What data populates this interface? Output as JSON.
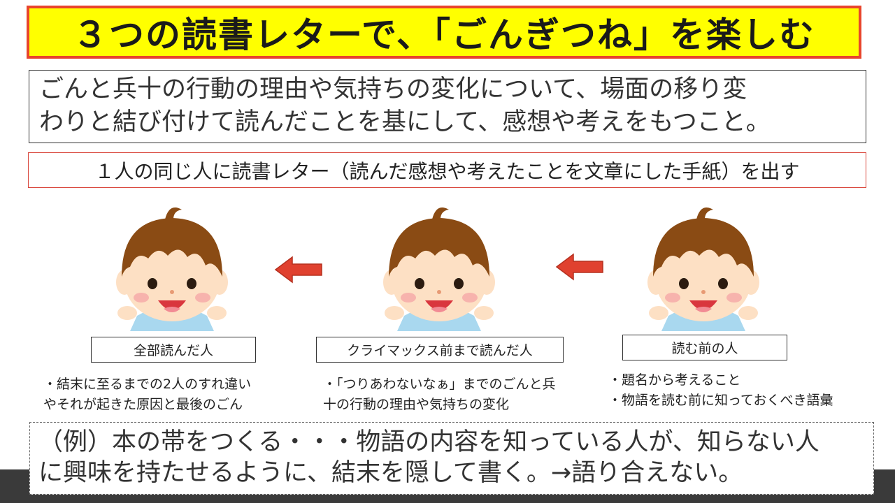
{
  "title": "３つの読書レターで、「ごんぎつね」を楽しむ",
  "objective": {
    "line1": "ごんと兵十の行動の理由や気持ちの変化について、場面の移り変",
    "line2": "わりと結び付けて読んだことを基にして、感想や考えをもつこと。"
  },
  "task": "１人の同じ人に読書レター（読んだ感想や考えたことを文章にした手紙）を出す",
  "readers": [
    {
      "role": "全部読んだ人",
      "notes": [
        "・結末に至るまでの2人のすれ違い",
        "やそれが起きた原因と最後のごん"
      ]
    },
    {
      "role": "クライマックス前まで読んだ人",
      "notes": [
        "・「つりあわないなぁ」までのごんと兵",
        "十の行動の理由や気持ちの変化"
      ]
    },
    {
      "role": "読む前の人",
      "notes": [
        "・題名から考えること",
        "・物語を読む前に知っておくべき語彙"
      ]
    }
  ],
  "example": {
    "line1": "（例）本の帯をつくる・・・物語の内容を知っている人が、知らない人",
    "line2": "に興味を持たせるように、結末を隠して書く。→語り合えない。"
  },
  "colors": {
    "banner_fill": "#ffff00",
    "banner_border": "#e8452c",
    "arrow": "#e0412f",
    "hair": "#8a4b14",
    "skin": "#fde0c4",
    "shirt": "#a9d8ef"
  },
  "icons": [
    "child-illustration",
    "arrow-left-icon"
  ]
}
